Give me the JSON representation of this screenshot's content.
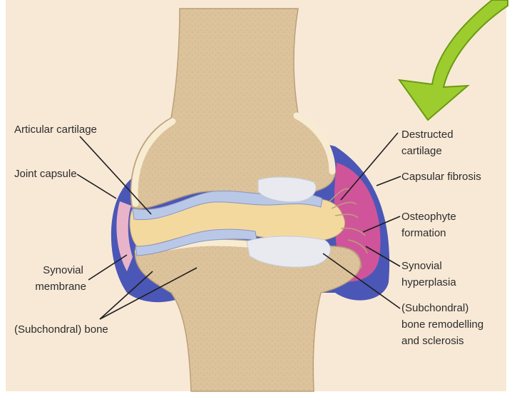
{
  "diagram": {
    "colors": {
      "background": "#f8e9d6",
      "bone": "#dcc39b",
      "bone_outline": "#b9a07a",
      "bone_rim": "#f7ecd2",
      "cartilage": "#b9c8e6",
      "capsule": "#4b57b6",
      "synovium_pink": "#d0549a",
      "sclerosis": "#e8eaf0",
      "arrow": "#9ccc2e",
      "arrow_outline": "#6b9b12"
    },
    "labels": {
      "articular_cartilage": "Articular cartilage",
      "joint_capsule": "Joint capsule",
      "synovial_membrane": [
        "Synovial",
        "membrane"
      ],
      "subchondral_bone": "(Subchondral) bone",
      "destructed_cartilage": [
        "Destructed",
        "cartilage"
      ],
      "capsular_fibrosis": "Capsular fibrosis",
      "osteophyte_formation": [
        "Osteophyte",
        "formation"
      ],
      "synovial_hyperplasia": [
        "Synovial",
        "hyperplasia"
      ],
      "bone_remodelling": [
        "(Subchondral)",
        "bone remodelling",
        "and sclerosis"
      ]
    }
  }
}
